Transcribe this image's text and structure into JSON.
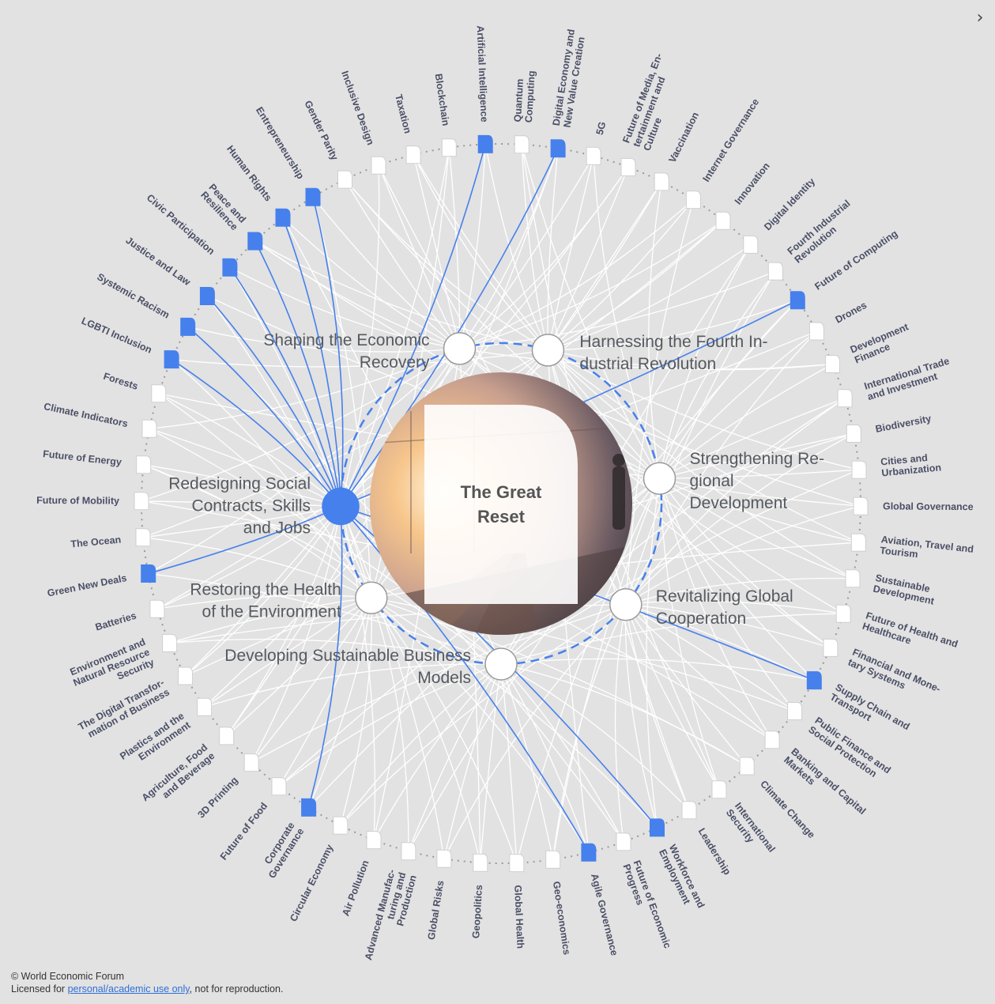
{
  "center": {
    "title_line1": "The Great",
    "title_line2": "Reset"
  },
  "key_issues": [
    {
      "lines": [
        "Shaping the Economic",
        "Recovery"
      ],
      "anchor": "end",
      "highlighted": false
    },
    {
      "lines": [
        "Harnessing the Fourth In-",
        "dustrial Revolution"
      ],
      "anchor": "start",
      "highlighted": false
    },
    {
      "lines": [
        "Strengthening Re-",
        "gional",
        "Development"
      ],
      "anchor": "start",
      "highlighted": false
    },
    {
      "lines": [
        "Revitalizing Global",
        "Cooperation"
      ],
      "anchor": "start",
      "highlighted": false
    },
    {
      "lines": [
        "Developing Sustainable Business",
        "Models"
      ],
      "anchor": "end",
      "highlighted": false
    },
    {
      "lines": [
        "Restoring the Health",
        "of the Environment"
      ],
      "anchor": "end",
      "highlighted": false
    },
    {
      "lines": [
        "Redesigning Social",
        "Contracts, Skills",
        "and Jobs"
      ],
      "anchor": "end",
      "highlighted": true
    }
  ],
  "topics": [
    {
      "lines": [
        "Artificial Intelligence"
      ],
      "highlighted": true
    },
    {
      "lines": [
        "Quantum",
        "Computing"
      ],
      "highlighted": false
    },
    {
      "lines": [
        "Digital Economy and",
        "New Value Creation"
      ],
      "highlighted": true
    },
    {
      "lines": [
        "5G"
      ],
      "highlighted": false
    },
    {
      "lines": [
        "Future of Media, En-",
        "tertainment and",
        "Culture"
      ],
      "highlighted": false
    },
    {
      "lines": [
        "Vaccination"
      ],
      "highlighted": false
    },
    {
      "lines": [
        "Internet Governance"
      ],
      "highlighted": false
    },
    {
      "lines": [
        "Innovation"
      ],
      "highlighted": false
    },
    {
      "lines": [
        "Digital Identity"
      ],
      "highlighted": false
    },
    {
      "lines": [
        "Fourth Industrial",
        "Revolution"
      ],
      "highlighted": false
    },
    {
      "lines": [
        "Future of Computing"
      ],
      "highlighted": true
    },
    {
      "lines": [
        "Drones"
      ],
      "highlighted": false
    },
    {
      "lines": [
        "Development",
        "Finance"
      ],
      "highlighted": false
    },
    {
      "lines": [
        "International Trade",
        "and Investment"
      ],
      "highlighted": false
    },
    {
      "lines": [
        "Biodiversity"
      ],
      "highlighted": false
    },
    {
      "lines": [
        "Cities and",
        "Urbanization"
      ],
      "highlighted": false
    },
    {
      "lines": [
        "Global Governance"
      ],
      "highlighted": false
    },
    {
      "lines": [
        "Aviation, Travel and",
        "Tourism"
      ],
      "highlighted": false
    },
    {
      "lines": [
        "Sustainable",
        "Development"
      ],
      "highlighted": false
    },
    {
      "lines": [
        "Future of Health and",
        "Healthcare"
      ],
      "highlighted": false
    },
    {
      "lines": [
        "Financial and Mone-",
        "tary Systems"
      ],
      "highlighted": false
    },
    {
      "lines": [
        "Supply Chain and",
        "Transport"
      ],
      "highlighted": true
    },
    {
      "lines": [
        "Public Finance and",
        "Social Protection"
      ],
      "highlighted": false
    },
    {
      "lines": [
        "Banking and Capital",
        "Markets"
      ],
      "highlighted": false
    },
    {
      "lines": [
        "Climate Change"
      ],
      "highlighted": false
    },
    {
      "lines": [
        "International",
        "Security"
      ],
      "highlighted": false
    },
    {
      "lines": [
        "Leadership"
      ],
      "highlighted": false
    },
    {
      "lines": [
        "Workforce and",
        "Employment"
      ],
      "highlighted": true
    },
    {
      "lines": [
        "Future of Economic",
        "Progress"
      ],
      "highlighted": false
    },
    {
      "lines": [
        "Agile Governance"
      ],
      "highlighted": true
    },
    {
      "lines": [
        "Geo-economics"
      ],
      "highlighted": false
    },
    {
      "lines": [
        "Global Health"
      ],
      "highlighted": false
    },
    {
      "lines": [
        "Geopolitics"
      ],
      "highlighted": false
    },
    {
      "lines": [
        "Global Risks"
      ],
      "highlighted": false
    },
    {
      "lines": [
        "Advanced Manufac-",
        "turing and",
        "Production"
      ],
      "highlighted": false
    },
    {
      "lines": [
        "Air Pollution"
      ],
      "highlighted": false
    },
    {
      "lines": [
        "Circular Economy"
      ],
      "highlighted": false
    },
    {
      "lines": [
        "Corporate",
        "Governance"
      ],
      "highlighted": true
    },
    {
      "lines": [
        "Future of Food"
      ],
      "highlighted": false
    },
    {
      "lines": [
        "3D Printing"
      ],
      "highlighted": false
    },
    {
      "lines": [
        "Agriculture, Food",
        "and Beverage"
      ],
      "highlighted": false
    },
    {
      "lines": [
        "Plastics and the",
        "Environment"
      ],
      "highlighted": false
    },
    {
      "lines": [
        "The Digital Transfor-",
        "mation of Business"
      ],
      "highlighted": false
    },
    {
      "lines": [
        "Environment and",
        "Natural Resource",
        "Security"
      ],
      "highlighted": false
    },
    {
      "lines": [
        "Batteries"
      ],
      "highlighted": false
    },
    {
      "lines": [
        "Green New Deals"
      ],
      "highlighted": true
    },
    {
      "lines": [
        "The Ocean"
      ],
      "highlighted": false
    },
    {
      "lines": [
        "Future of Mobility"
      ],
      "highlighted": false
    },
    {
      "lines": [
        "Future of Energy"
      ],
      "highlighted": false
    },
    {
      "lines": [
        "Climate Indicators"
      ],
      "highlighted": false
    },
    {
      "lines": [
        "Forests"
      ],
      "highlighted": false
    },
    {
      "lines": [
        "LGBTI Inclusion"
      ],
      "highlighted": true
    },
    {
      "lines": [
        "Systemic Racism"
      ],
      "highlighted": true
    },
    {
      "lines": [
        "Justice and Law"
      ],
      "highlighted": true
    },
    {
      "lines": [
        "Civic Participation"
      ],
      "highlighted": true
    },
    {
      "lines": [
        "Peace and",
        "Resilience"
      ],
      "highlighted": true
    },
    {
      "lines": [
        "Human Rights"
      ],
      "highlighted": true
    },
    {
      "lines": [
        "Entrepreneurship"
      ],
      "highlighted": true
    },
    {
      "lines": [
        "Gender Parity"
      ],
      "highlighted": false
    },
    {
      "lines": [
        "Inclusive Design"
      ],
      "highlighted": false
    },
    {
      "lines": [
        "Taxation"
      ],
      "highlighted": false
    },
    {
      "lines": [
        "Blockchain"
      ],
      "highlighted": false
    }
  ],
  "colors": {
    "highlight": "#4680ec",
    "link": "#ffffff",
    "ring": "#9a9a9a",
    "node_fill": "#ffffff",
    "background": "#e2e2e2"
  },
  "footer": {
    "copyright": "© World Economic Forum",
    "license_prefix": "Licensed for ",
    "license_link": "personal/academic use only",
    "license_suffix": ", not for reproduction."
  },
  "icons": {
    "expand": "chevron-right-icon"
  }
}
